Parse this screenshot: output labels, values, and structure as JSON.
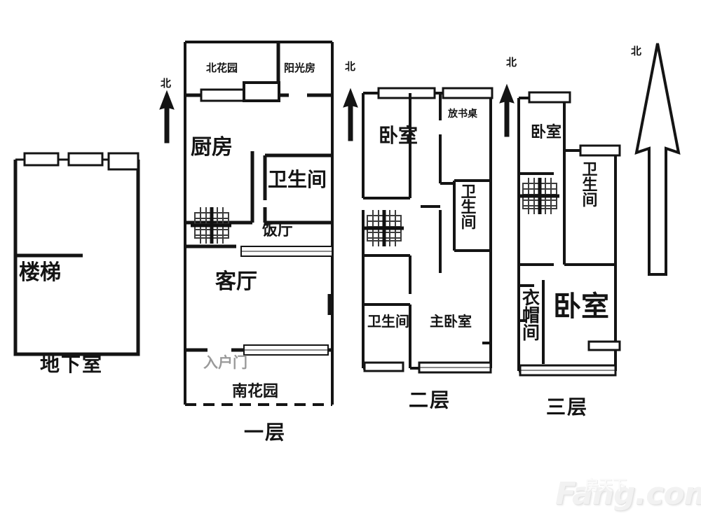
{
  "document": {
    "type": "residential-floor-plan",
    "watermark": {
      "brand_latin": "Fang.com",
      "brand_cn": "房天下"
    },
    "background_color": "#ffffff",
    "line_color": "#141414"
  },
  "north_markers": [
    {
      "id": "north-floor1",
      "label": "北",
      "style": "solid"
    },
    {
      "id": "north-floor2",
      "label": "北",
      "style": "solid"
    },
    {
      "id": "north-floor3",
      "label": "北",
      "style": "solid"
    },
    {
      "id": "north-main",
      "label": "北",
      "style": "outline"
    }
  ],
  "floors": [
    {
      "id": "basement",
      "title": "地下室",
      "rooms": [
        {
          "name": "楼梯",
          "id": "stairs"
        }
      ]
    },
    {
      "id": "floor-1",
      "title": "一层",
      "rooms": [
        {
          "name": "北花园",
          "id": "north-garden"
        },
        {
          "name": "阳光房",
          "id": "sunroom"
        },
        {
          "name": "厨房",
          "id": "kitchen"
        },
        {
          "name": "卫生间",
          "id": "bathroom"
        },
        {
          "name": "饭厅",
          "id": "dining-room"
        },
        {
          "name": "客厅",
          "id": "living-room"
        },
        {
          "name": "入户门",
          "id": "entry-door"
        },
        {
          "name": "南花园",
          "id": "south-garden"
        }
      ]
    },
    {
      "id": "floor-2",
      "title": "二层",
      "rooms": [
        {
          "name": "卧室",
          "id": "bedroom"
        },
        {
          "name": "放书桌",
          "id": "desk-area"
        },
        {
          "name": "卫生间",
          "id": "bathroom-upper"
        },
        {
          "name": "卫生间",
          "id": "bathroom-lower"
        },
        {
          "name": "主卧室",
          "id": "master-bedroom"
        }
      ]
    },
    {
      "id": "floor-3",
      "title": "三层",
      "rooms": [
        {
          "name": "卧室",
          "id": "bedroom-small"
        },
        {
          "name": "卫生间",
          "id": "bathroom"
        },
        {
          "name": "衣帽间",
          "id": "walk-in-closet"
        },
        {
          "name": "卧室",
          "id": "bedroom-large"
        }
      ]
    }
  ]
}
